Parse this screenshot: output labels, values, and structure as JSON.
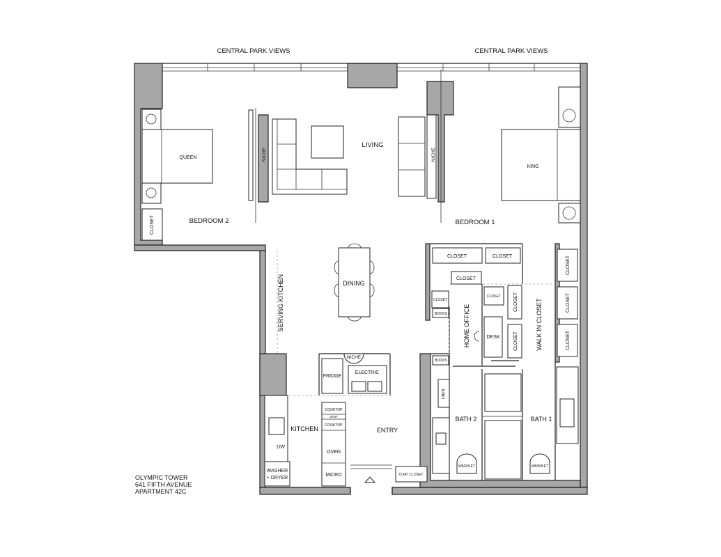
{
  "views": {
    "left": "CENTRAL PARK VIEWS",
    "right": "CENTRAL PARK VIEWS"
  },
  "rooms": {
    "living": "LIVING",
    "bedroom1": "BEDROOM  1",
    "bedroom2": "BEDROOM  2",
    "dining": "DINING",
    "kitchen": "KITCHEN",
    "entry": "ENTRY",
    "bath1": "BATH 1",
    "bath2": "BATH 2",
    "home_office": "HOME OFFICE",
    "walk_in_closet": "WALK IN CLOSET",
    "serving_kitchen": "SERVING KITCHEN"
  },
  "fixtures": {
    "queen": "QUEEN",
    "king": "KING",
    "niche": "NICHE",
    "closet": "CLOSET",
    "books": "BOOKS",
    "desk": "DESK",
    "linen": "LINEN",
    "washlet": "WASHLET",
    "fridge": "FRIDGE",
    "electric": "ELECTRIC",
    "cooktop": "COOKTOP",
    "vent": "VENT",
    "oven": "OVEN",
    "micro": "MICRO",
    "dw": "DW",
    "washer_line1": "WASHER",
    "washer_line2": "+ DRYER",
    "coat_closet": "COAT CLOSET"
  },
  "address": {
    "line1": "OLYMPIC TOWER",
    "line2": "641 FIFTH AVENUE",
    "line3": "APARTMENT 42C"
  }
}
